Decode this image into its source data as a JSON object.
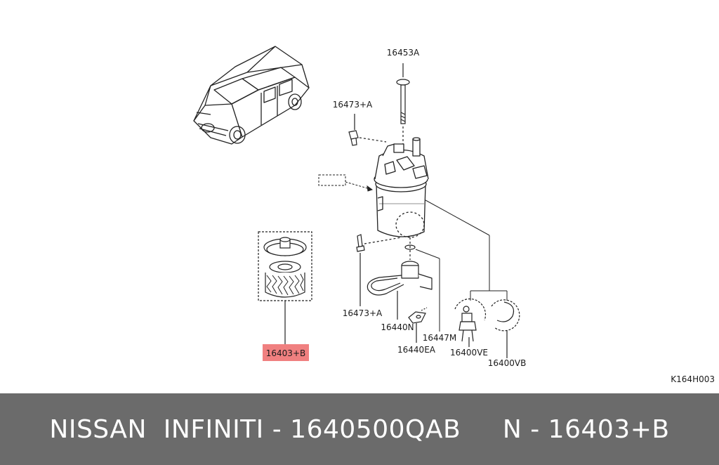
{
  "diagram": {
    "code": "K164H003",
    "labels": {
      "p16453A": "16453A",
      "p16473A_top": "16473+A",
      "p16473A_bottom": "16473+A",
      "p16440N": "16440N",
      "p16447M": "16447M",
      "p16440EA": "16440EA",
      "p16400VE": "16400VE",
      "p16400VB": "16400VB",
      "p16403B": "16403+B"
    },
    "highlight_color": "#f08080"
  },
  "footer": {
    "text": "NISSAN  INFINITI - 1640500QAB     N - 16403+B",
    "background": "#6b6b6b"
  }
}
